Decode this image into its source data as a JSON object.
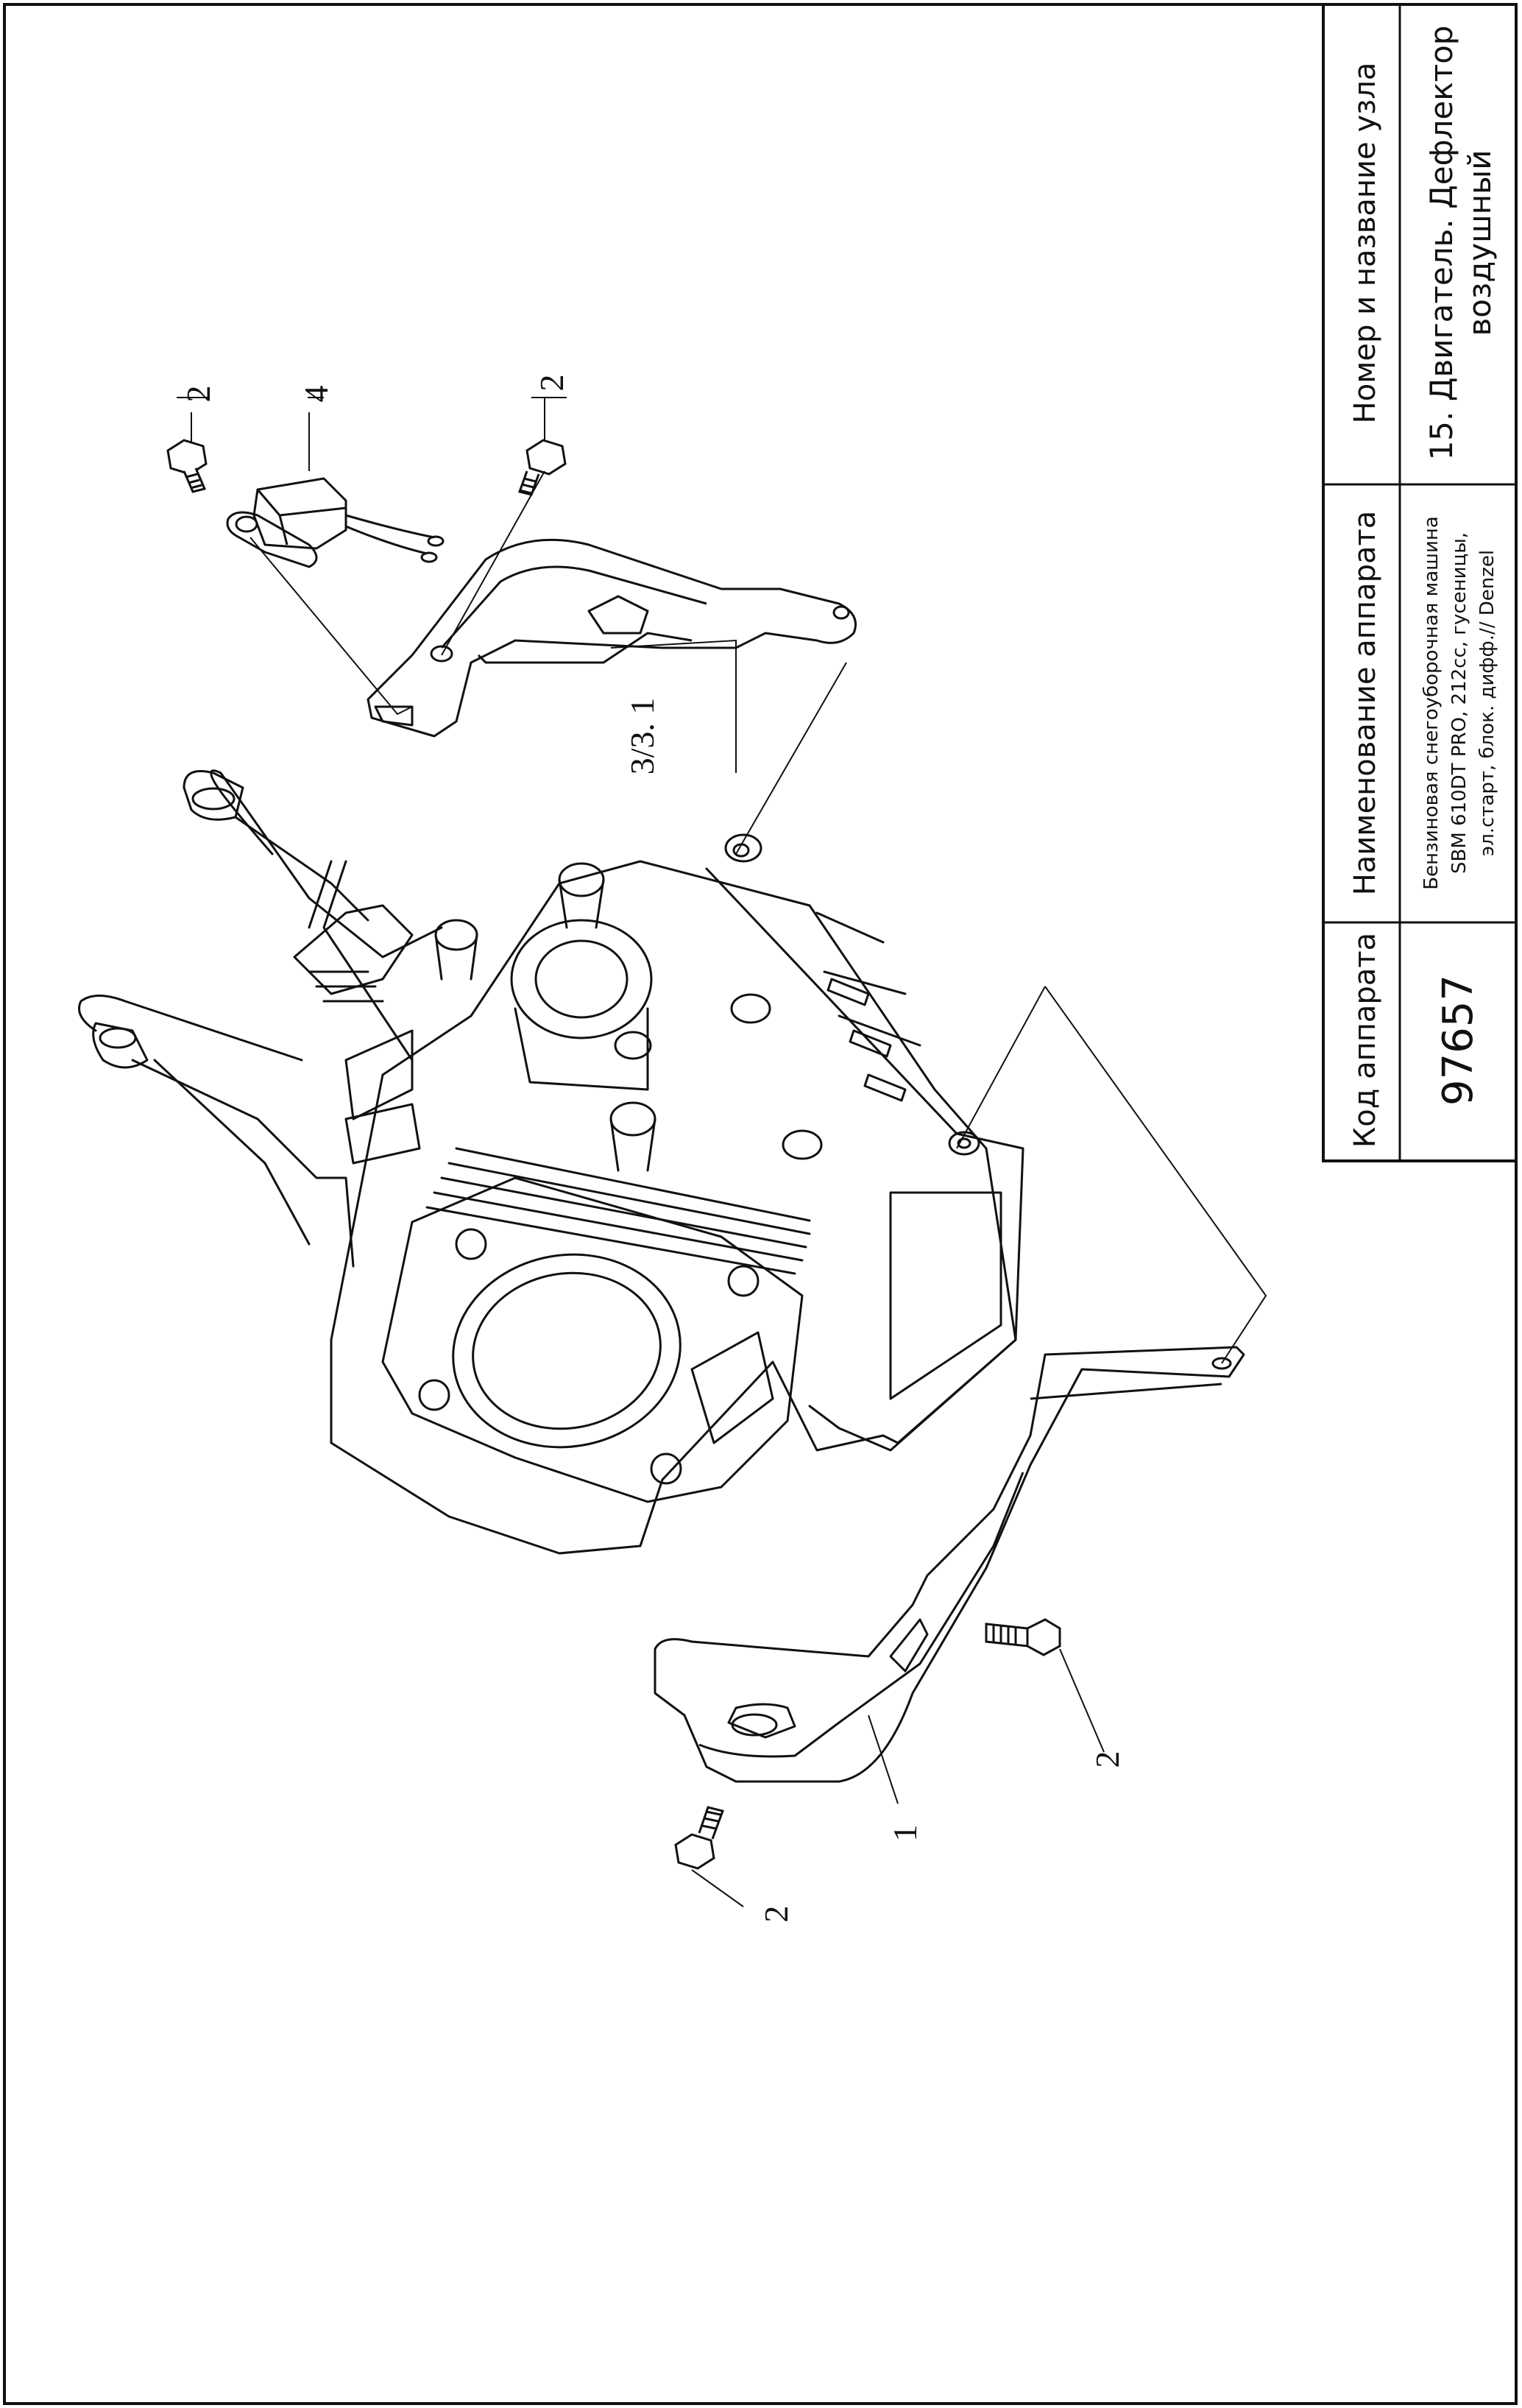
{
  "title_block": {
    "code_header": "Код аппарата",
    "code_value": "97657",
    "name_header": "Наименование аппарата",
    "name_lines": [
      "Бензиновая снегоуборочная машина",
      "SBM 610DT PRO, 212cc, гусеницы,",
      "эл.старт, блок. дифф.// Denzel"
    ],
    "node_header": "Номер и название узла",
    "node_lines": [
      "15. Двигатель. Дефлектор",
      "воздушный"
    ]
  },
  "callouts": {
    "bolt_top_left": "2",
    "module": "4",
    "bolt_top_right": "2",
    "deflector_upper": "3/3. 1",
    "bolt_lower_right": "2",
    "deflector_lower": "1",
    "bolt_lower_left": "2"
  }
}
